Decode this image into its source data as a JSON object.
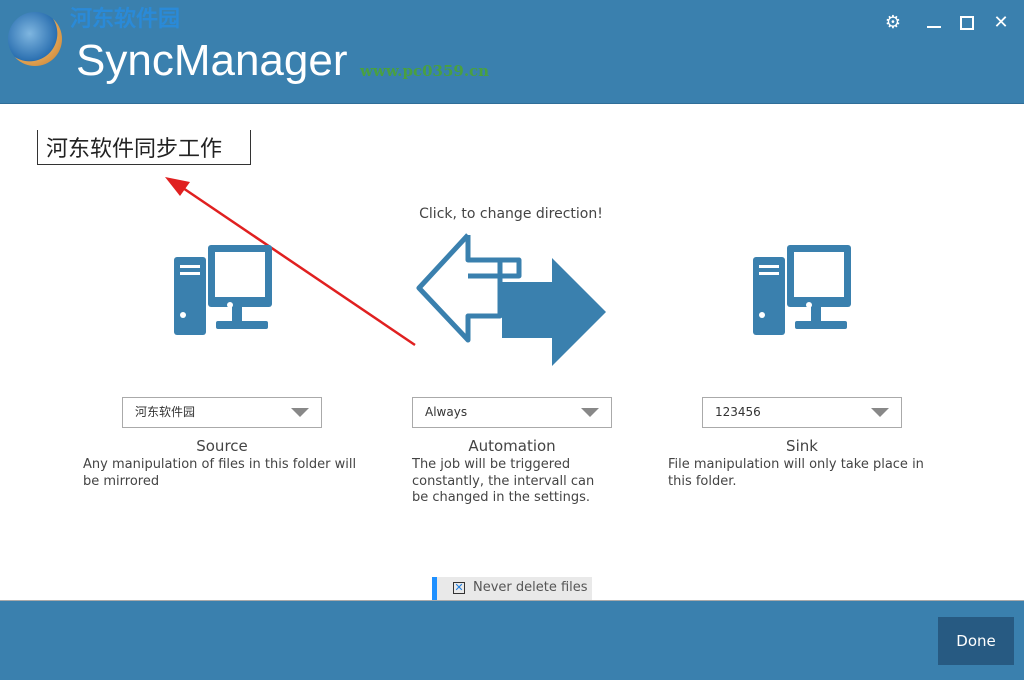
{
  "header": {
    "title": "SyncManager",
    "watermark_cn": "河东软件园",
    "watermark_url": "www.pc0359.cn"
  },
  "window_controls": {
    "settings": "gear-icon",
    "minimize": "minimize-icon",
    "maximize": "maximize-icon",
    "close": "close-icon"
  },
  "job_name": "河东软件同步工作",
  "direction_hint": "Click, to change direction!",
  "source": {
    "selected": "河东软件园",
    "title": "Source",
    "description": "Any manipulation of files in this folder will be mirrored"
  },
  "automation": {
    "selected": "Always",
    "title": "Automation",
    "description": "The job will be triggered constantly, the intervall can be changed in the settings."
  },
  "sink": {
    "selected": "123456",
    "title": "Sink",
    "description": "File manipulation will only take place in this folder."
  },
  "never_delete": {
    "label": "Never delete files",
    "checked": true
  },
  "footer": {
    "done_label": "Done"
  },
  "colors": {
    "brand": "#3A80AE",
    "button": "#275A82",
    "annotation_arrow": "#E02020"
  }
}
